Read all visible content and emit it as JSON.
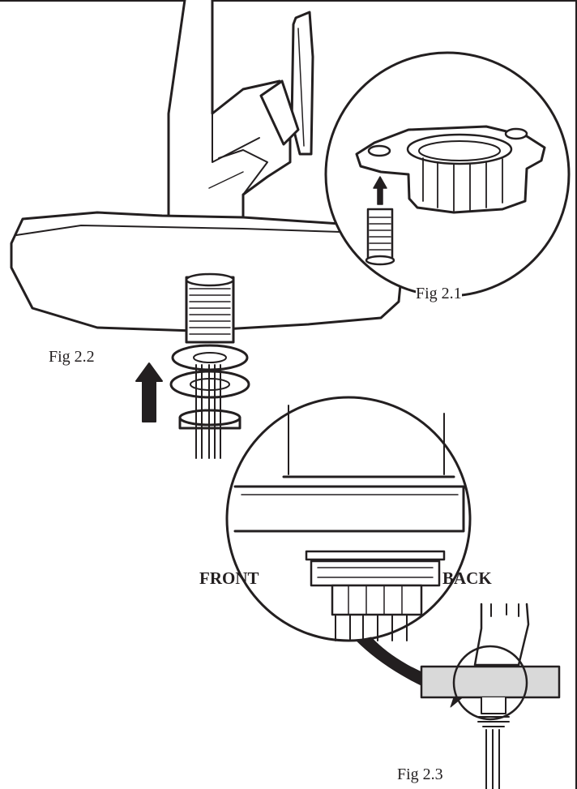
{
  "figures": {
    "fig_2_1": "Fig 2.1",
    "fig_2_2": "Fig 2.2",
    "fig_2_3": "Fig 2.3"
  },
  "directions": {
    "front": "FRONT",
    "back": "BACK"
  },
  "colors": {
    "line": "#231f20",
    "fill": "#ffffff",
    "shade": "#d9d9d9"
  }
}
